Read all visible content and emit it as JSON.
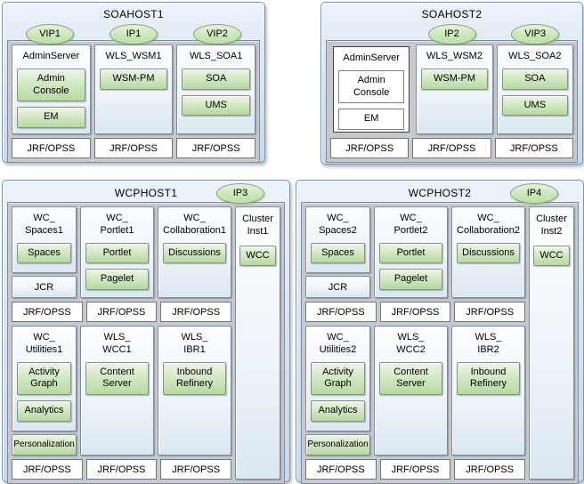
{
  "colors": {
    "host_fill_top": "#ecf3fa",
    "host_fill_bottom": "#c7d9ea",
    "host_border": "#7b93ab",
    "panel_fill": "#c6c9cf",
    "column_fill_bottom": "#dbe7f1",
    "green_fill_top": "#edf6e6",
    "green_fill_bottom": "#b7d8a5",
    "green_border": "#87917f",
    "oval_fill": "#cbe6ba",
    "text": "#000000"
  },
  "soahost1": {
    "title": "SOAHOST1",
    "ovals": {
      "o1": "VIP1",
      "o2": "IP1",
      "o3": "VIP2"
    },
    "col1": {
      "title": "AdminServer",
      "b1": "Admin\nConsole",
      "b2": "EM",
      "jrf": "JRF/OPSS"
    },
    "col2": {
      "title": "WLS_WSM1",
      "b1": "WSM-PM",
      "jrf": "JRF/OPSS"
    },
    "col3": {
      "title": "WLS_SOA1",
      "b1": "SOA",
      "b2": "UMS",
      "jrf": "JRF/OPSS"
    }
  },
  "soahost2": {
    "title": "SOAHOST2",
    "ovals": {
      "o2": "IP2",
      "o3": "VIP3"
    },
    "col1": {
      "title": "AdminServer",
      "b1": "Admin\nConsole",
      "b2": "EM",
      "jrf": "JRF/OPSS"
    },
    "col2": {
      "title": "WLS_WSM2",
      "b1": "WSM-PM",
      "jrf": "JRF/OPSS"
    },
    "col3": {
      "title": "WLS_SOA2",
      "b1": "SOA",
      "b2": "UMS",
      "jrf": "JRF/OPSS"
    }
  },
  "wcphost1": {
    "title": "WCPHOST1",
    "oval": "IP3",
    "cluster": {
      "title": "Cluster\nInst1",
      "b1": "WCC"
    },
    "r1c1": {
      "title": "WC_\nSpaces1",
      "b1": "Spaces",
      "compartment": "JCR",
      "jrf": "JRF/OPSS"
    },
    "r1c2": {
      "title": "WC_\nPortlet1",
      "b1": "Portlet",
      "b2": "Pagelet",
      "jrf": "JRF/OPSS"
    },
    "r1c3": {
      "title": "WC_\nCollaboration1",
      "b1": "Discussions",
      "jrf": "JRF/OPSS"
    },
    "r2c1": {
      "title": "WC_\nUtilities1",
      "b1": "Activity\nGraph",
      "b2": "Analytics",
      "compartment": "Personalization",
      "jrf": "JRF/OPSS"
    },
    "r2c2": {
      "title": "WLS_\nWCC1",
      "b1": "Content\nServer",
      "jrf": "JRF/OPSS"
    },
    "r2c3": {
      "title": "WLS_\nIBR1",
      "b1": "Inbound\nRefinery",
      "jrf": "JRF/OPSS"
    }
  },
  "wcphost2": {
    "title": "WCPHOST2",
    "oval": "IP4",
    "cluster": {
      "title": "Cluster\nInst2",
      "b1": "WCC"
    },
    "r1c1": {
      "title": "WC_\nSpaces2",
      "b1": "Spaces",
      "compartment": "JCR",
      "jrf": "JRF/OPSS"
    },
    "r1c2": {
      "title": "WC_\nPortlet2",
      "b1": "Portlet",
      "b2": "Pagelet",
      "jrf": "JRF/OPSS"
    },
    "r1c3": {
      "title": "WC_\nCollaboration2",
      "b1": "Discussions",
      "jrf": "JRF/OPSS"
    },
    "r2c1": {
      "title": "WC_\nUtilities2",
      "b1": "Activity\nGraph",
      "b2": "Analytics",
      "compartment": "Personalization",
      "jrf": "JRF/OPSS"
    },
    "r2c2": {
      "title": "WLS_\nWCC2",
      "b1": "Content\nServer",
      "jrf": "JRF/OPSS"
    },
    "r2c3": {
      "title": "WLS_\nIBR2",
      "b1": "Inbound\nRefinery",
      "jrf": "JRF/OPSS"
    }
  }
}
